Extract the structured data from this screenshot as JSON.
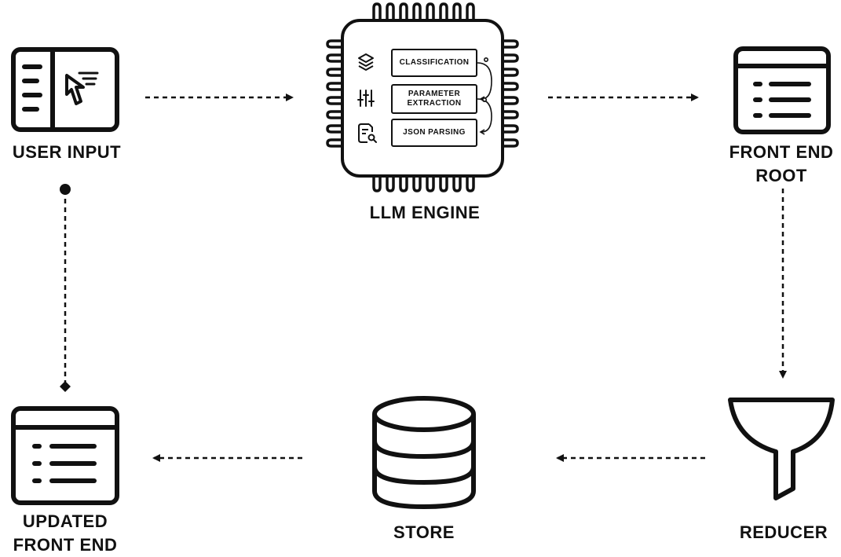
{
  "nodes": {
    "user_input": "USER INPUT",
    "llm_engine": "LLM ENGINE",
    "front_end_root_line1": "FRONT END",
    "front_end_root_line2": "ROOT",
    "reducer": "REDUCER",
    "store": "STORE",
    "updated_front_end_line1": "UPDATED",
    "updated_front_end_line2": "FRONT END"
  },
  "llm_steps": {
    "classification": "CLASSIFICATION",
    "parameter_extraction_line1": "PARAMETER",
    "parameter_extraction_line2": "EXTRACTION",
    "json_parsing": "JSON PARSING"
  },
  "colors": {
    "stroke": "#111111",
    "background": "#ffffff"
  },
  "icons": [
    "user-input-icon",
    "chip-icon",
    "layers-icon",
    "sliders-icon",
    "document-search-icon",
    "front-end-window-icon",
    "funnel-icon",
    "database-icon"
  ]
}
